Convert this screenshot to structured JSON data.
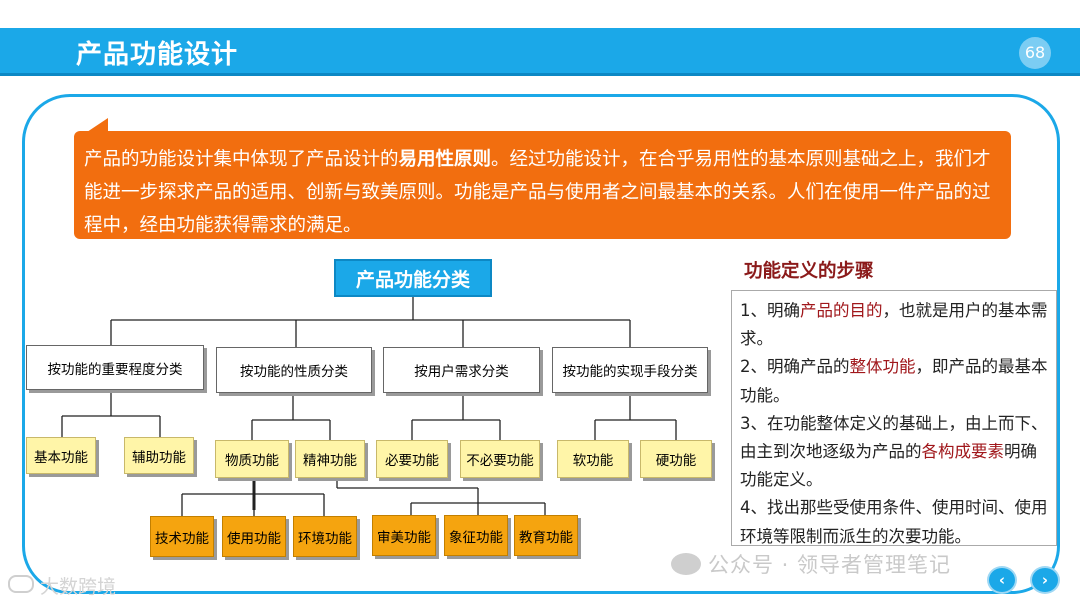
{
  "header": {
    "title": "产品功能设计",
    "page_number": "68"
  },
  "intro": {
    "text_before": "产品的功能设计集中体现了产品设计的",
    "highlight": "易用性原则",
    "text_after": "。经过功能设计，在合乎易用性的基本原则基础之上，我们才能进一步探求产品的适用、创新与致美原则。功能是产品与使用者之间最基本的关系。人们在使用一件产品的过程中，经由功能获得需求的满足。"
  },
  "diagram": {
    "root": "产品功能分类",
    "categories": [
      "按功能的重要程度分类",
      "按功能的性质分类",
      "按用户需求分类",
      "按功能的实现手段分类"
    ],
    "leaves": [
      "基本功能",
      "辅助功能",
      "物质功能",
      "精神功能",
      "必要功能",
      "不必要功能",
      "软功能",
      "硬功能"
    ],
    "sub_leaves": [
      "技术功能",
      "使用功能",
      "环境功能",
      "审美功能",
      "象征功能",
      "教育功能"
    ]
  },
  "steps": {
    "title": "功能定义的步骤",
    "s1_pre": "1、明确",
    "s1_hl": "产品的目的",
    "s1_post": "，也就是用户的基本需求。",
    "s2_pre": "2、明确产品的",
    "s2_hl": "整体功能",
    "s2_post": "，即产品的最基本功能。",
    "s3_pre": "3、在功能整体定义的基础上，由上而下、由主到次地逐级为产品的",
    "s3_hl": "各构成要素",
    "s3_post": "明确功能定义。",
    "s4": "4、找出那些受使用条件、使用时间、使用环境等限制而派生的次要功能。"
  },
  "watermarks": {
    "account": "公众号 · 领导者管理笔记",
    "brand": "大数跨境"
  },
  "nav": {
    "prev": "‹",
    "next": "›"
  },
  "colors": {
    "accent_blue": "#1ba8e8",
    "intro_orange": "#f26e0f",
    "leaf_yellow": "#fff5a8",
    "sub_orange": "#f5a40f",
    "highlight_red": "#a0171b"
  }
}
